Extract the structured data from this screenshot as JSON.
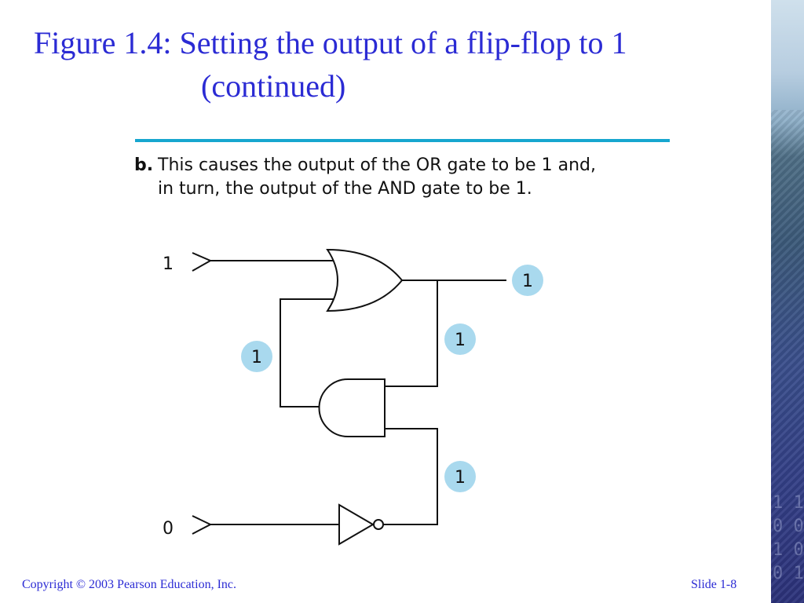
{
  "slide": {
    "title_line_1": "Figure 1.4: Setting the output of a flip-flop to 1",
    "title_line_2": "(continued)",
    "caption_marker": "b.",
    "caption_line_1": "This causes the output of the OR gate to be 1 and,",
    "caption_line_2": "in turn, the output of the AND gate to be 1.",
    "footer_copyright": "Copyright © 2003 Pearson Education, Inc.",
    "footer_slide": "Slide 1-8",
    "side_strip_digits": [
      "1 1",
      "0 0",
      "1 0",
      "0 1"
    ]
  },
  "circuit": {
    "gates": [
      "OR",
      "AND",
      "NOT"
    ],
    "inputs": {
      "top": "1",
      "bottom": "0"
    },
    "values": {
      "or_output": "1",
      "feedback": "1",
      "and_input": "1",
      "and_output": "1"
    }
  },
  "colors": {
    "title": "#2b2bd4",
    "rule": "#17a6cf",
    "badge": "#a9d9ee"
  }
}
